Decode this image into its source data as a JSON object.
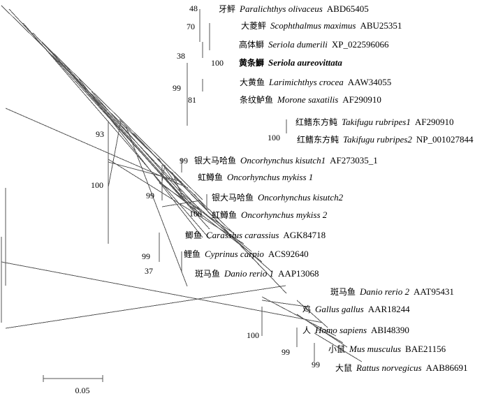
{
  "taxa": [
    {
      "id": "t1",
      "cn": "牙鲆",
      "sci": "Paralichthys olivaceus",
      "acc": "ABD65405"
    },
    {
      "id": "t2",
      "cn": "大菱鲆",
      "sci": "Scophthalmus maximus",
      "acc": "ABU25351"
    },
    {
      "id": "t3",
      "cn": "高体鰤",
      "sci": "Seriola dumerili",
      "acc": "XP_022596066"
    },
    {
      "id": "t4",
      "cn": "黄条鰤",
      "sci": "Seriola aureovittata",
      "acc": "",
      "highlight": true
    },
    {
      "id": "t5",
      "cn": "大黄鱼",
      "sci": "Larimichthys crocea",
      "acc": "AAW34055"
    },
    {
      "id": "t6",
      "cn": "条纹鲈鱼",
      "sci": "Morone saxatilis",
      "acc": "AF290910"
    },
    {
      "id": "t7",
      "cn": "红鳍东方鲀",
      "sci": "Takifugu rubripes1",
      "acc": "AF290910"
    },
    {
      "id": "t8",
      "cn": "红鳍东方鲀",
      "sci": "Takifugu rubripes2",
      "acc": "NP_001027844"
    },
    {
      "id": "t9",
      "cn": "银大马哈鱼",
      "sci": "Oncorhynchus kisutch1",
      "acc": "AF273035_1"
    },
    {
      "id": "t10",
      "cn": "虹鳟鱼",
      "sci": "Oncorhynchus mykiss 1",
      "acc": ""
    },
    {
      "id": "t11",
      "cn": "银大马哈鱼",
      "sci": "Oncorhynchus kisutch2",
      "acc": ""
    },
    {
      "id": "t12",
      "cn": "虹鳟鱼",
      "sci": "Oncorhynchus mykiss 2",
      "acc": ""
    },
    {
      "id": "t13",
      "cn": "鲫鱼",
      "sci": "Carassius carassius",
      "acc": "AGK84718"
    },
    {
      "id": "t14",
      "cn": "鲤鱼",
      "sci": "Cyprinus carpio",
      "acc": "ACS92640"
    },
    {
      "id": "t15",
      "cn": "斑马鱼",
      "sci": "Danio rerio 1",
      "acc": "AAP13068"
    },
    {
      "id": "t16",
      "cn": "斑马鱼",
      "sci": "Danio rerio 2",
      "acc": "AAT95431"
    },
    {
      "id": "t17",
      "cn": "鸡",
      "sci": "Gallus gallus",
      "acc": "AAR18244"
    },
    {
      "id": "t18",
      "cn": "人",
      "sci": "Homo sapiens",
      "acc": "ABI48390"
    },
    {
      "id": "t19",
      "cn": "小鼠",
      "sci": "Mus musculus",
      "acc": "BAE21156"
    },
    {
      "id": "t20",
      "cn": "大鼠",
      "sci": "Rattus norvegicus",
      "acc": "AAB86691"
    }
  ],
  "bootstrap": [
    {
      "id": "b_48",
      "value": "48"
    },
    {
      "id": "b_70",
      "value": "70"
    },
    {
      "id": "b_100_ser",
      "value": "100"
    },
    {
      "id": "b_38",
      "value": "38"
    },
    {
      "id": "b_99_perc",
      "value": "99"
    },
    {
      "id": "b_81",
      "value": "81"
    },
    {
      "id": "b_100_fugu",
      "value": "100"
    },
    {
      "id": "b_93",
      "value": "93"
    },
    {
      "id": "b_99_onc1",
      "value": "99"
    },
    {
      "id": "b_99_onc",
      "value": "99"
    },
    {
      "id": "b_100_onc2",
      "value": "100"
    },
    {
      "id": "b_100_fish",
      "value": "100"
    },
    {
      "id": "b_99_cyp",
      "value": "99"
    },
    {
      "id": "b_37",
      "value": "37"
    },
    {
      "id": "b_100_mam",
      "value": "100"
    },
    {
      "id": "b_99_mam",
      "value": "99"
    },
    {
      "id": "b_99_rod",
      "value": "99"
    }
  ],
  "scale": {
    "label": "0.05"
  }
}
